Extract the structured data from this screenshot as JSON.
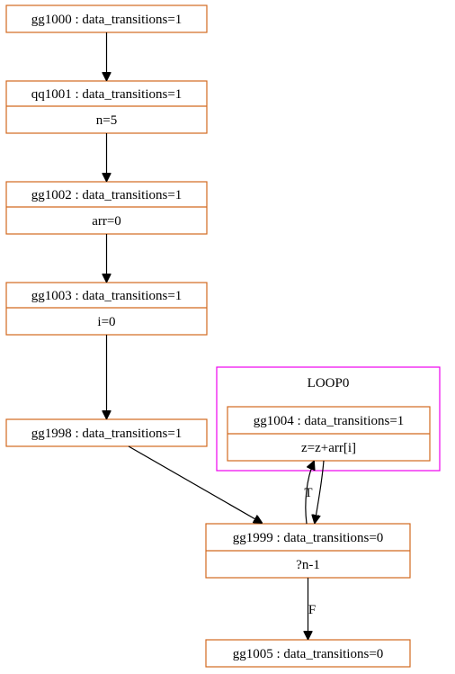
{
  "colors": {
    "node_border": "#d2691e",
    "cluster_border": "#ee00ee",
    "edge": "#000000"
  },
  "cluster": {
    "label": "LOOP0"
  },
  "nodes": {
    "gg1000": {
      "header": "gg1000 : data_transitions=1"
    },
    "qq1001": {
      "header": "qq1001 : data_transitions=1",
      "body": "n=5"
    },
    "gg1002": {
      "header": "gg1002 : data_transitions=1",
      "body": "arr=0"
    },
    "gg1003": {
      "header": "gg1003 : data_transitions=1",
      "body": "i=0"
    },
    "gg1004": {
      "header": "gg1004 : data_transitions=1",
      "body": "z=z+arr[i]"
    },
    "gg1998": {
      "header": "gg1998 : data_transitions=1"
    },
    "gg1999": {
      "header": "gg1999 : data_transitions=0",
      "body": "?n-1"
    },
    "gg1005": {
      "header": "gg1005 : data_transitions=0"
    }
  },
  "edges": {
    "gg1999_to_gg1004": {
      "label": "T"
    },
    "gg1999_to_gg1005": {
      "label": "F"
    }
  }
}
